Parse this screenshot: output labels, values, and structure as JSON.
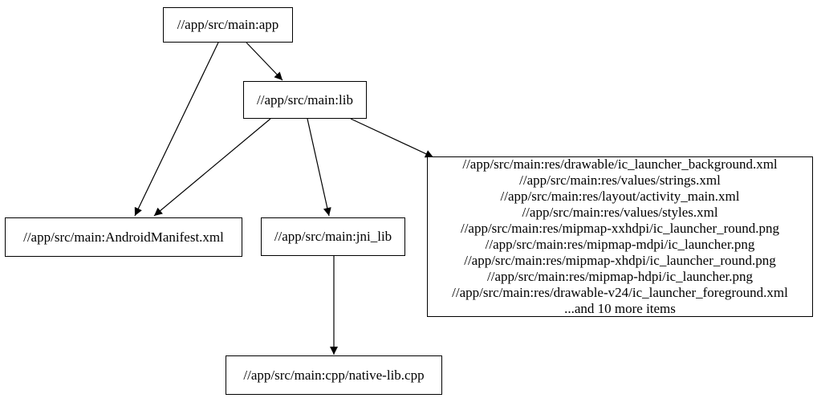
{
  "diagram": {
    "type": "dependency-graph",
    "background": "#ffffff",
    "colors": {
      "node_border": "#000000",
      "edge": "#000000",
      "text": "#000000"
    },
    "nodes": {
      "app": {
        "label": "//app/src/main:app"
      },
      "lib": {
        "label": "//app/src/main:lib"
      },
      "manifest": {
        "label": "//app/src/main:AndroidManifest.xml"
      },
      "jni_lib": {
        "label": "//app/src/main:jni_lib"
      },
      "native_lib": {
        "label": "//app/src/main:cpp/native-lib.cpp"
      },
      "resources": {
        "lines": [
          "//app/src/main:res/drawable/ic_launcher_background.xml",
          "//app/src/main:res/values/strings.xml",
          "//app/src/main:res/layout/activity_main.xml",
          "//app/src/main:res/values/styles.xml",
          "//app/src/main:res/mipmap-xxhdpi/ic_launcher_round.png",
          "//app/src/main:res/mipmap-mdpi/ic_launcher.png",
          "//app/src/main:res/mipmap-xhdpi/ic_launcher_round.png",
          "//app/src/main:res/mipmap-hdpi/ic_launcher.png",
          "//app/src/main:res/drawable-v24/ic_launcher_foreground.xml",
          "...and 10 more items"
        ]
      }
    },
    "edges": [
      {
        "from": "//app/src/main:app",
        "to": "//app/src/main:AndroidManifest.xml"
      },
      {
        "from": "//app/src/main:app",
        "to": "//app/src/main:lib"
      },
      {
        "from": "//app/src/main:lib",
        "to": "//app/src/main:AndroidManifest.xml"
      },
      {
        "from": "//app/src/main:lib",
        "to": "//app/src/main:jni_lib"
      },
      {
        "from": "//app/src/main:lib",
        "to": "resources-file-group"
      },
      {
        "from": "//app/src/main:jni_lib",
        "to": "//app/src/main:cpp/native-lib.cpp"
      }
    ]
  }
}
